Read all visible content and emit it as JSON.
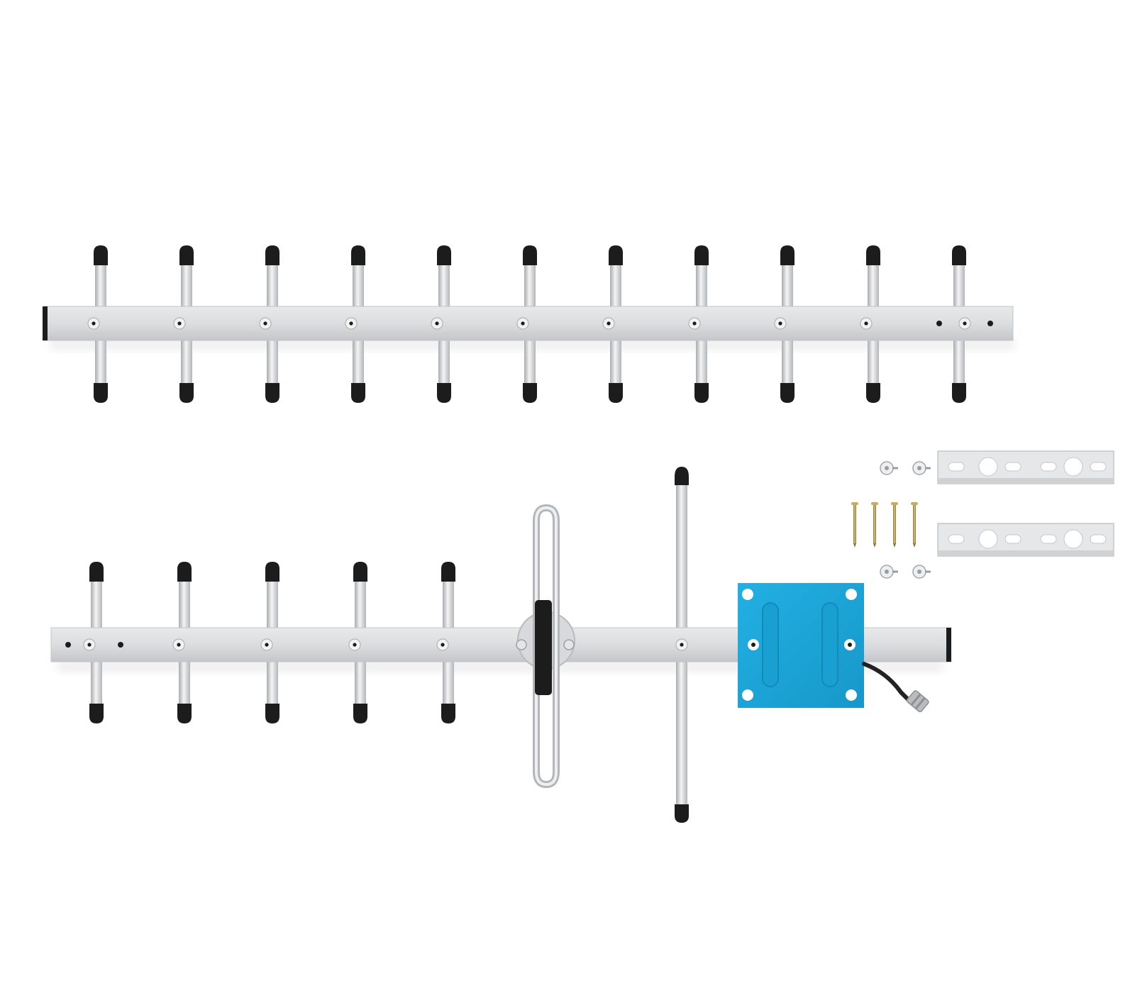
{
  "scene": {
    "subject": "yagi-antenna-kit",
    "background_color": "#ffffff",
    "colors": {
      "aluminum": "#d9dadc",
      "aluminum_highlight": "#f4f4f5",
      "aluminum_shadow": "#a9abae",
      "end_cap": "#1c1c1c",
      "mount_plate": "#1fa9dd",
      "mount_plate_shade": "#1797c9",
      "brass_screw": "#b89a4c",
      "cable": "#222222"
    }
  },
  "director_boom": {
    "element_count": 11
  },
  "feed_boom": {
    "director_count": 5,
    "has_folded_dipole": true,
    "has_reflector": true,
    "has_mount_plate": true
  },
  "hardware": {
    "bracket_count": 2,
    "screw_count": 4,
    "nut_count": 4
  }
}
